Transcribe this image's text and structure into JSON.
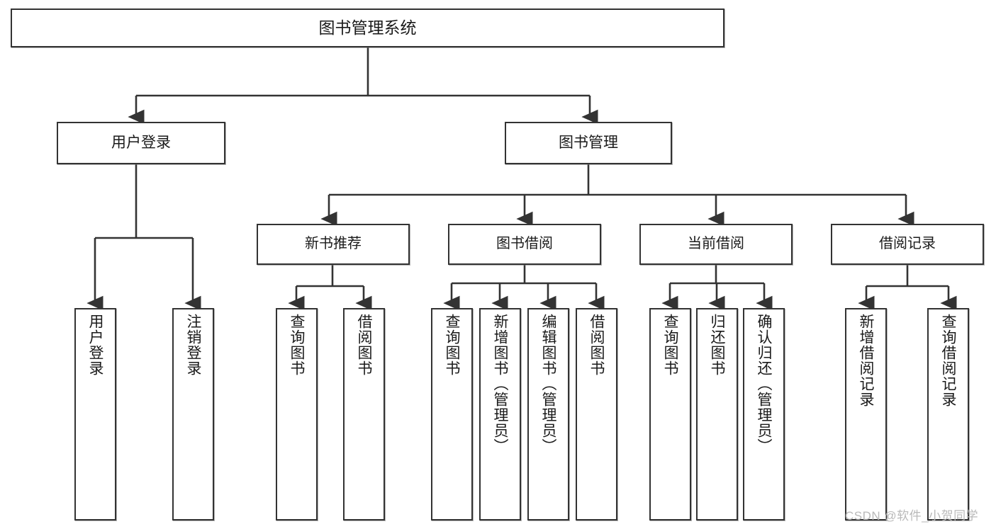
{
  "diagram": {
    "title": "图书管理系统",
    "type": "hierarchy-tree",
    "root": {
      "label": "图书管理系统"
    },
    "level1": [
      {
        "label": "用户登录"
      },
      {
        "label": "图书管理"
      }
    ],
    "level2": [
      {
        "label": "新书推荐"
      },
      {
        "label": "图书借阅"
      },
      {
        "label": "当前借阅"
      },
      {
        "label": "借阅记录"
      }
    ],
    "leaves": {
      "user_login": [
        {
          "label": "用户登录"
        },
        {
          "label": "注销登录"
        }
      ],
      "new_book_recommend": [
        {
          "label": "查询图书"
        },
        {
          "label": "借阅图书"
        }
      ],
      "book_borrow": [
        {
          "label": "查询图书"
        },
        {
          "label": "新增图书（管理员）"
        },
        {
          "label": "编辑图书（管理员）"
        },
        {
          "label": "借阅图书"
        }
      ],
      "current_borrow": [
        {
          "label": "查询图书"
        },
        {
          "label": "归还图书"
        },
        {
          "label": "确认归还（管理员）"
        }
      ],
      "borrow_record": [
        {
          "label": "新增借阅记录"
        },
        {
          "label": "查询借阅记录"
        }
      ]
    }
  },
  "watermark": {
    "text": "CSDN @软件_小贺同学"
  },
  "colors": {
    "stroke": "#333333",
    "background": "#ffffff",
    "text": "#1a1a1a",
    "watermark": "#b9b9b9"
  }
}
